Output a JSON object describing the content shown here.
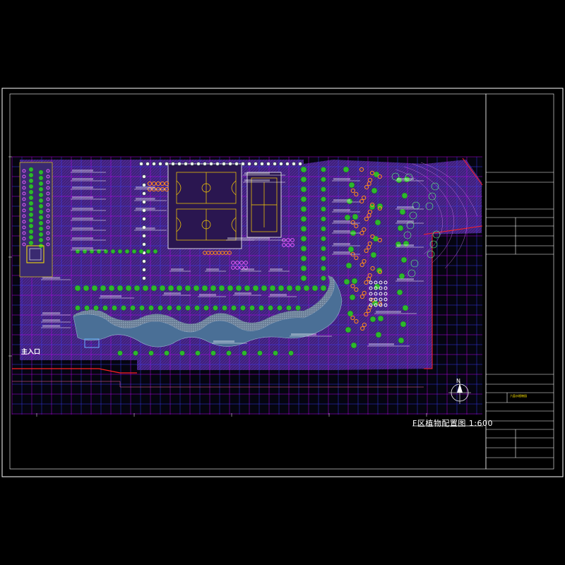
{
  "drawing": {
    "title": "F区植物配置图 1:600",
    "entrance_label": "主入口",
    "north_label": "N"
  },
  "title_block": {
    "project_name": "六盘水植物园"
  },
  "palette": {
    "background": "#000000",
    "grid_magenta": "#c800ff",
    "grid_blue": "#3c3cff",
    "fill_purple": "#5a2a9a",
    "water": "#4a6f96",
    "tree_green": "#2db82d",
    "flower_pink": "#e85cff",
    "flower_orange": "#ff8a1c",
    "court_yellow": "#ffd200",
    "frame_white": "#ffffff",
    "boundary_red": "#ff2020"
  },
  "icons": [
    "north-arrow-icon",
    "tree-symbol-icon"
  ]
}
